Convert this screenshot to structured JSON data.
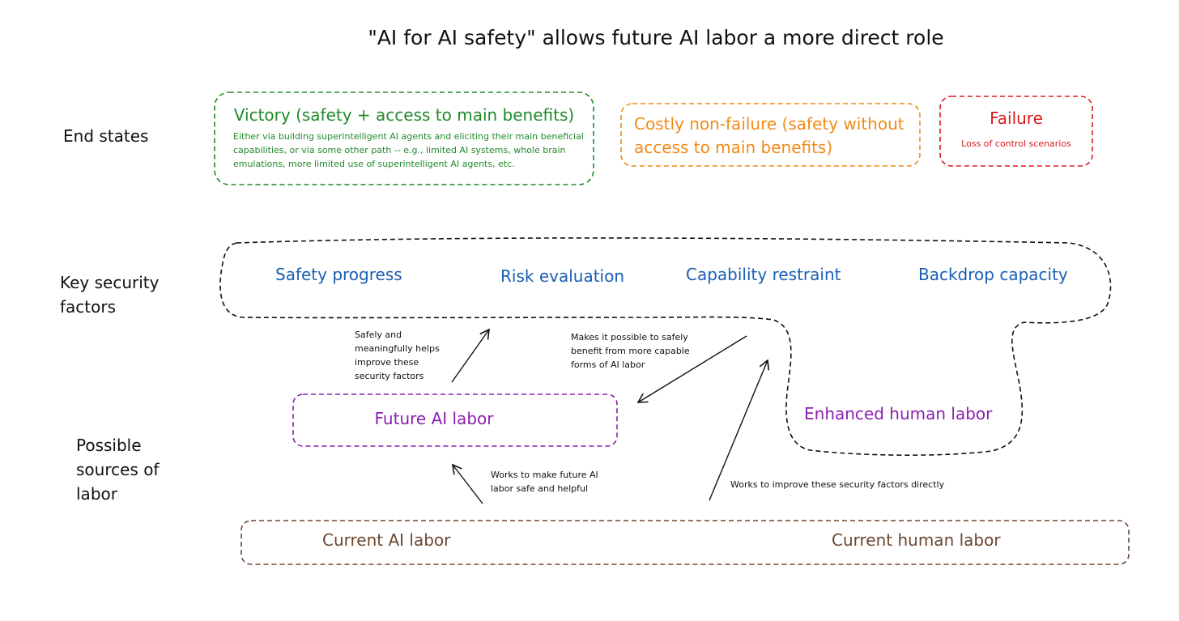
{
  "title": "\"AI for AI safety\" allows future AI labor a more direct role",
  "row_labels": {
    "end_states": "End states",
    "key_security_factors": "Key security factors",
    "possible_sources": "Possible sources of labor"
  },
  "end_states": {
    "victory": {
      "title": "Victory (safety + access to main benefits)",
      "description": "Either via building superintelligent AI agents and eliciting their main beneficial capabilities, or via some other path -- e.g., limited AI systems, whole brain emulations, more limited use of superintelligent AI agents, etc."
    },
    "costly": {
      "title": "Costly non-failure (safety without access to main benefits)"
    },
    "failure": {
      "title": "Failure",
      "description": "Loss of control scenarios"
    }
  },
  "security_factors": [
    "Safety progress",
    "Risk evaluation",
    "Capability restraint",
    "Backdrop capacity"
  ],
  "labor": {
    "future_ai": "Future AI labor",
    "enhanced_human": "Enhanced human labor",
    "current_ai": "Current AI labor",
    "current_human": "Current human labor"
  },
  "annotations": {
    "safely_helps": "Safely and meaningfully helps improve these security factors",
    "makes_possible": "Makes it possible to safely benefit from more capable forms of AI labor",
    "works_future": "Works to make future AI labor safe and helpful",
    "works_directly": "Works to improve these security factors directly"
  },
  "colors": {
    "victory": "#1f8a2b",
    "costly": "#f08a17",
    "failure": "#d81b1b",
    "factors": "#1a5fb4",
    "future_labor": "#8c1fb0",
    "current_labor": "#6b4630",
    "outline": "#111111"
  }
}
